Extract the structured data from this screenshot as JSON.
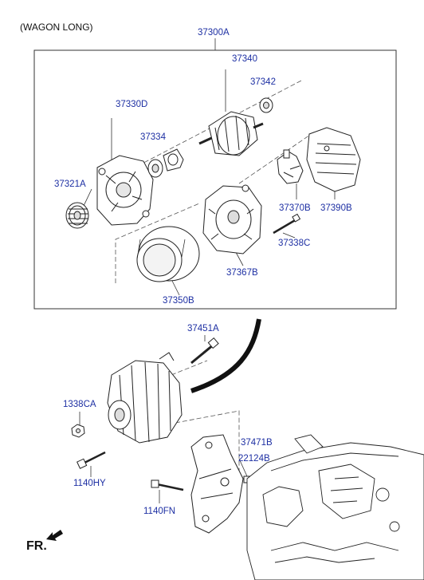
{
  "diagram": {
    "variant_label": "(WAGON LONG)",
    "direction_label": "FR.",
    "colors": {
      "label": "#1d2fa3",
      "line": "#222222",
      "box": "#333333"
    },
    "parts": {
      "assembly": "37300A",
      "rotor": "37340",
      "rotor_bearing": "37342",
      "front_bracket": "37330D",
      "front_bearing": "37334",
      "pulley": "37321A",
      "stator": "37350B",
      "rear_bracket": "37367B",
      "regulator": "37370B",
      "rear_cover": "37390B",
      "through_bolt": "37338C",
      "mount_bolt_long": "37451A",
      "nut": "1338CA",
      "bracket": "37471B",
      "dowel": "22124B",
      "bolt_lower": "1140HY",
      "bolt_bracket": "1140FN"
    }
  }
}
